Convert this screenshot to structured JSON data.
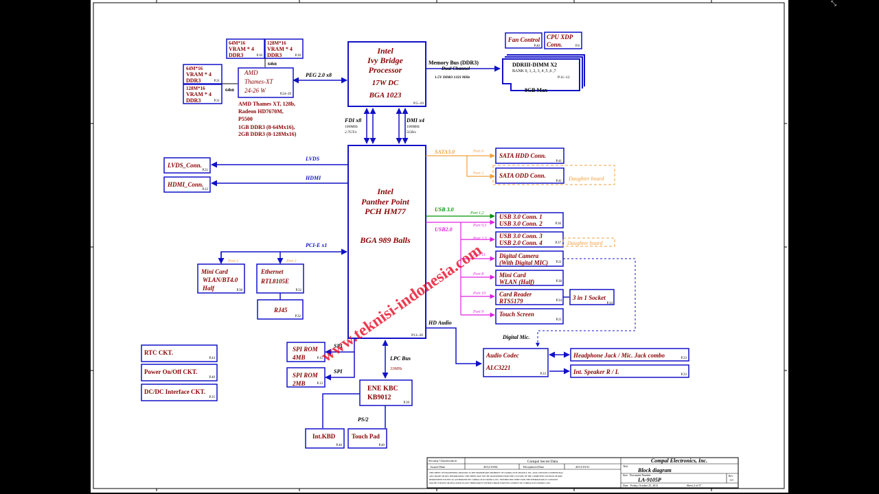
{
  "viewer": {
    "corner_icon": "expand-icon",
    "corner_glyph": "⤡"
  },
  "colors": {
    "red": "#8b0000",
    "blue": "#1010c8",
    "orange": "#f0a040",
    "green": "#009000",
    "magenta": "#e020e0",
    "black": "#000000"
  },
  "watermark": "www.teknisi-indonesia.com",
  "cpu": {
    "l1": "Intel",
    "l2": "Ivy Bridge",
    "l3": "Processor",
    "l4": "17W DC",
    "l5": "BGA 1023",
    "page": "P.5~10"
  },
  "pch": {
    "l1": "Intel",
    "l2": "Panther Point",
    "l3": "PCH HM77",
    "l4": "BGA 989 Balls",
    "page": "P13~20"
  },
  "memory": {
    "bus": "Memory Bus (DDR3)",
    "channel": "Dual Channel",
    "speed": "1.5V DDR3 1333 MHz",
    "dimm": "DDRIII-DIMM X2",
    "bank": "BANK 0, 1, 2, 3, 4 ,5 ,6 ,7",
    "page": "P.11~12",
    "max": "8GB Max"
  },
  "fan": {
    "label": "Fan Control",
    "page": "P.40"
  },
  "xdp": {
    "l1": "CPU XDP",
    "l2": "Conn.",
    "page": "P.6"
  },
  "vram_top_left": {
    "l1": "64M*16",
    "l2": "VRAM * 4",
    "l3": "DDR3",
    "page": "P.30"
  },
  "vram_top_right": {
    "l1": "128M*16",
    "l2": "VRAM * 4",
    "l3": "DDR3",
    "page": "P.30"
  },
  "vram_left_top": {
    "l1": "64M*16",
    "l2": "VRAM * 4",
    "l3": "DDR3",
    "page": "P.31"
  },
  "vram_left_bot": {
    "l1": "128M*16",
    "l2": "VRAM * 4",
    "l3": "DDR3",
    "page": "P.31"
  },
  "bus64_top": "64bit",
  "bus64_left": "64bit",
  "gpu": {
    "l1": "AMD",
    "l2": "Thames-XT",
    "l3": "24-26 W",
    "page": "P.24~29"
  },
  "gpu_notes": [
    "AMD Thames XT, 128b,",
    "Radeon HD7670M,",
    "P5500",
    "1GB DDR3 (8-64Mx16),",
    "2GB DDR3 (8-128Mx16)"
  ],
  "peg": "PEG 2.0 x8",
  "fdi": {
    "l1": "FDI x8",
    "l2": "100MHz",
    "l3": "2.7GT/s"
  },
  "dmi": {
    "l1": "DMI x4",
    "l2": "100MHz",
    "l3": "5GB/s"
  },
  "lvds": {
    "bus": "LVDS",
    "label": "LVDS_Conn.",
    "page": "P.21"
  },
  "hdmi": {
    "bus": "HDMI",
    "label": "HDMI_Conn.",
    "page": "P.22"
  },
  "pcie": "PCI-E x1",
  "minicard": {
    "l1": "Mini Card",
    "l2": "WLAN/BT4.0",
    "l3": "Half",
    "page": "P.38",
    "port": "Port 2"
  },
  "ethernet": {
    "l1": "Ethernet",
    "l2": "RTL8105E",
    "page": "P.32",
    "port": "Port 1"
  },
  "rj45": {
    "label": "RJ45",
    "page": "P.32"
  },
  "sata": {
    "bus": "SATA3.0",
    "port0": "Port 0",
    "port2": "Port 2",
    "hdd": "SATA HDD Conn.",
    "odd": "SATA ODD Conn.",
    "page_hdd": "P.41",
    "page_odd": "P.41",
    "daughter": "Daughter board"
  },
  "usb3": {
    "bus": "USB 3.0",
    "port": "Port 1,2",
    "conn1": "USB 3.0 Conn. 1",
    "conn2": "USB 3.0 Conn. 2",
    "page": "P.36"
  },
  "usb2": {
    "bus": "USB2.0",
    "port": "Port 0,1"
  },
  "usb_d": {
    "port": "Port 2,3",
    "conn3": "USB 3.0 Conn. 3",
    "conn4": "USB 2.0 Conn. 4",
    "page": "P.37",
    "daughter": "Daughter board"
  },
  "camera": {
    "port": "Port 11",
    "l1": "Digital Camera",
    "l2": "(With Digital MIC)",
    "page": "P.21"
  },
  "minicard2": {
    "port": "Port 8",
    "l1": "Mini Card",
    "l2": "WLAN (Half)",
    "page": "P.38"
  },
  "cardreader": {
    "port": "Port 10",
    "l1": "Card Reader",
    "l2": "RTS5179",
    "page": "P.34"
  },
  "socket": {
    "label": "3 in 1 Socket",
    "page": "P.34"
  },
  "touch": {
    "port": "Port 9",
    "label": "Touch Screen",
    "page": "P.21"
  },
  "hd_audio": "HD Audio",
  "digital_mic": "Digital Mic.",
  "codec": {
    "l1": "Audio Codec",
    "l2": "ALC3221",
    "page": "P.33"
  },
  "headphone": {
    "label": "Headphone Jack / Mic. Jack combo",
    "page": "P.33"
  },
  "speaker": {
    "label": "Int. Speaker R / L",
    "page": "P.33"
  },
  "spi1": {
    "l1": "SPI ROM",
    "l2": "4MB",
    "page": "P.15",
    "bus": "SPI"
  },
  "spi2": {
    "l1": "SPI ROM",
    "l2": "2MB",
    "page": "P.13",
    "bus": "SPI"
  },
  "lpc": {
    "l1": "LPC Bus",
    "l2": "33MHz"
  },
  "kbc": {
    "l1": "ENE KBC",
    "l2": "KB9012",
    "page": "P.39"
  },
  "ps2": "PS/2",
  "intkbd": {
    "label": "Int.KBD",
    "page": "P.40"
  },
  "touchpad": {
    "label": "Touch Pad",
    "page": "P.40"
  },
  "rtc": {
    "label": "RTC CKT.",
    "page": "P.44"
  },
  "power": {
    "label": "Power On/Off CKT.",
    "page": "P.40"
  },
  "dcdc": {
    "label": "DC/DC Interface CKT.",
    "page": "P.35"
  },
  "title_block": {
    "security": "Security Classification",
    "secret": "Compal Secret Data",
    "issued_label": "Issued Date",
    "issued": "2012/10/04",
    "deciphered_label": "Deciphered Date",
    "deciphered": "2013/10/31",
    "company": "Compal Electronics, Inc.",
    "title_label": "Title",
    "title": "Block diagram",
    "doc_label": "Document Number",
    "doc": "LA-9105P",
    "size_label": "Size",
    "rev_label": "Rev",
    "rev": "1.0",
    "date_label": "Date",
    "date": "Friday, October 25, 2013",
    "sheet": "Sheet  2  of  57",
    "legal": [
      "THIS SHEET OF ENGINEERING DRAWING IS THE PROPRIETARY PROPERTY OF COMPAL ELECTRONICS, INC. AND CONTAINS CONFIDENTIAL",
      "AND TRADE SECRET INFORMATION. THIS SHEET MAY NOT BE TRANSFERED FROM THE CUSTODY OF THE COMPETENT DIVISION OF R&D",
      "DEPARTMENT EXCEPT AS AUTHORIZED BY COMPAL ELECTRONICS, INC. NEITHER THIS SHEET NOR THE INFORMATION IT CONTAINS",
      "MAY BE USED BY OR DISCLOSED TO ANY THIRD PARTY WITHOUT PRIOR WRITTEN CONSENT OF COMPAL ELECTRONICS, INC."
    ]
  }
}
